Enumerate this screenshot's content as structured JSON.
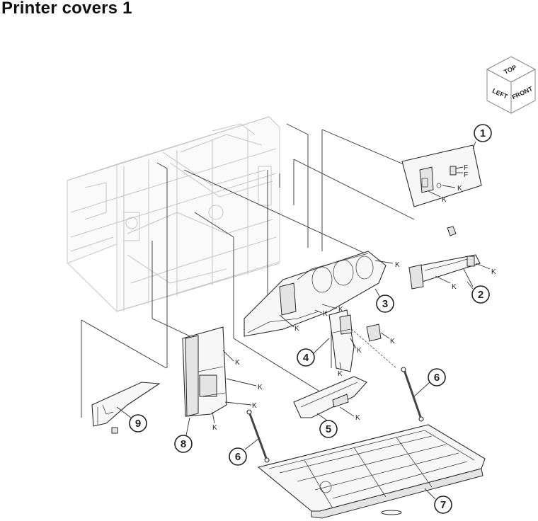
{
  "title": "Printer covers 1",
  "orientation": {
    "top": "TOP",
    "left": "LEFT",
    "front": "FRONT"
  },
  "callouts": [
    "1",
    "2",
    "3",
    "4",
    "5",
    "6",
    "6",
    "7",
    "8",
    "9"
  ],
  "labels": {
    "k": "K",
    "f": "F"
  }
}
